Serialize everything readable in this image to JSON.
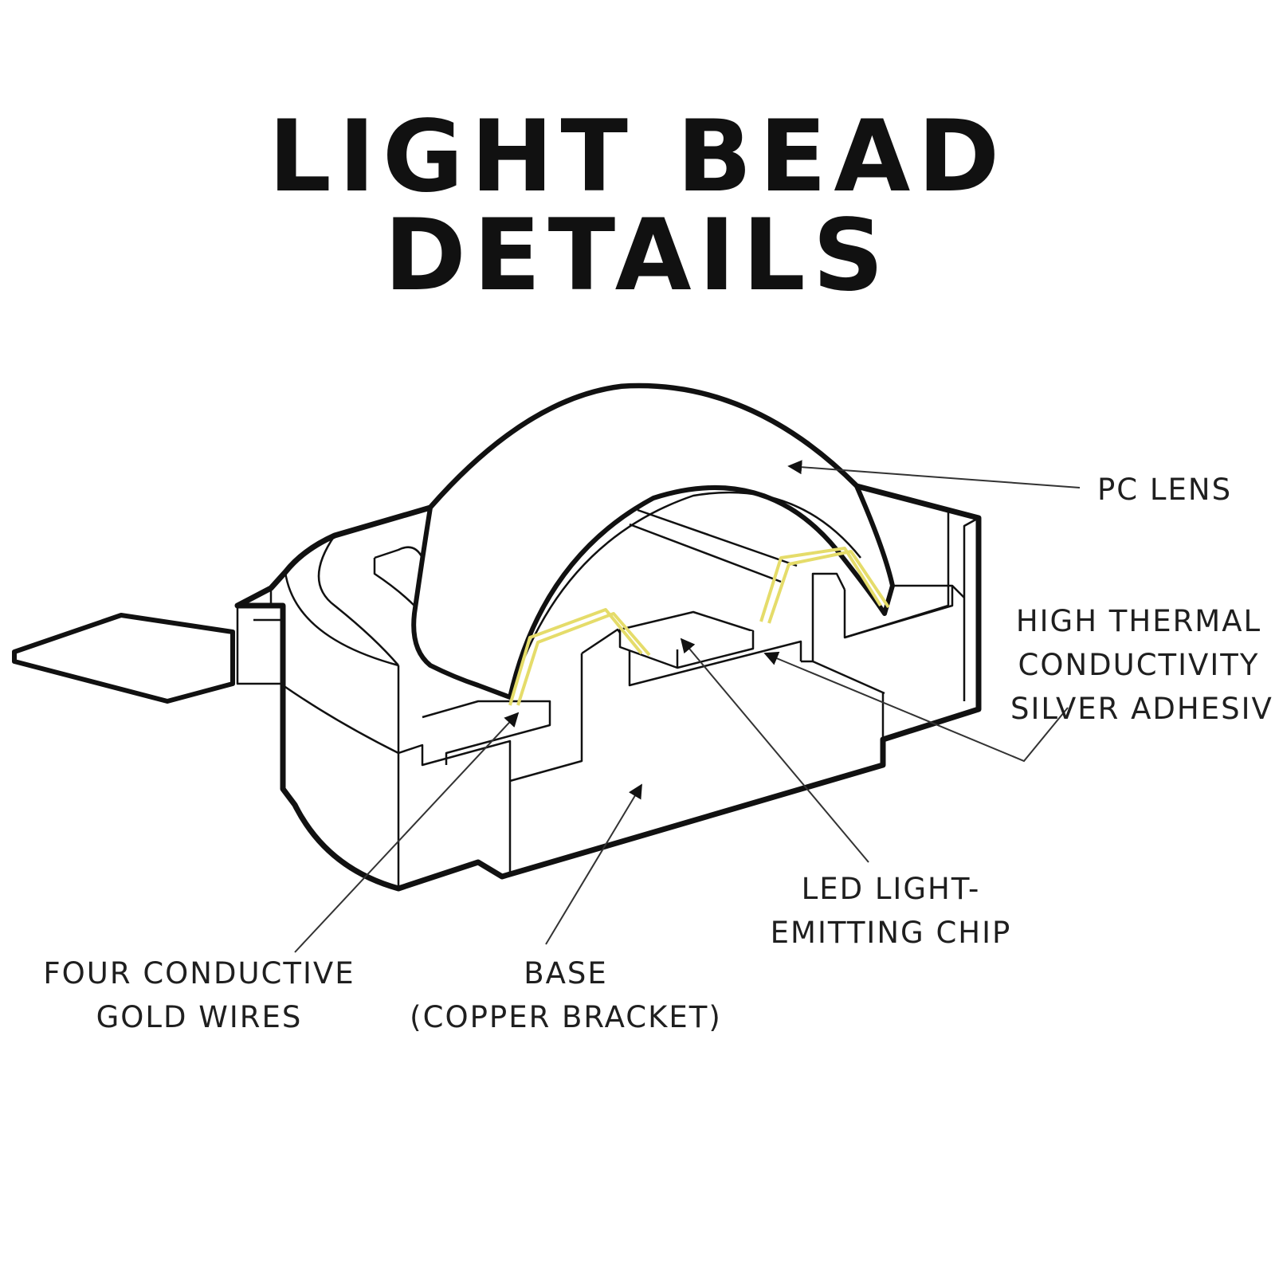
{
  "title": "LIGHT BEAD DETAILS",
  "colors": {
    "outline": "#111111",
    "gold_wire": "#e8e27a",
    "leader": "#333333"
  },
  "labels": {
    "pc_lens": [
      "PC LENS"
    ],
    "silver_adhesive": [
      "HIGH THERMAL",
      "CONDUCTIVITY",
      "SILVER ADHESIVE"
    ],
    "led_chip": [
      "LED LIGHT-",
      "EMITTING CHIP"
    ],
    "gold_wires": [
      "FOUR CONDUCTIVE",
      "GOLD WIRES"
    ],
    "base": [
      "BASE",
      "(COPPER BRACKET)"
    ]
  }
}
